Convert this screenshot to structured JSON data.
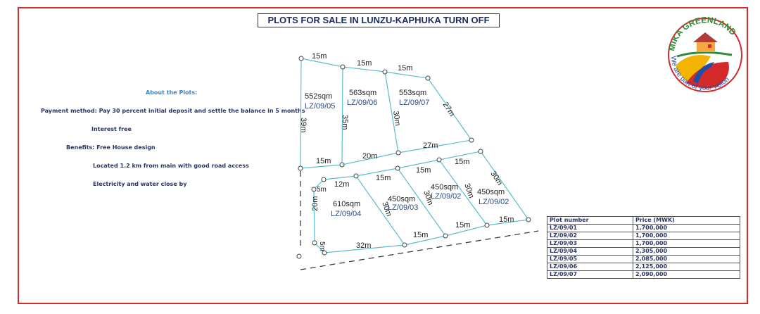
{
  "title": "PLOTS FOR SALE IN LUNZU-KAPHUKA TURN OFF",
  "about": {
    "heading": "About the Plots:",
    "payment_label": "Payment method:",
    "payment_text": "Pay 30 percent initial deposit and settle the balance in 5 months",
    "interest": "Interest free",
    "benefits_label": "Benefits:",
    "benefit_1": "Free House design",
    "benefit_2": "Located 1.2 km from main with good road access",
    "benefit_3": "Electricity and water close by"
  },
  "logo": {
    "brand": "MIKA GREENLAND",
    "tagline": "We are part of your vision",
    "colors": {
      "green": "#2e8b3a",
      "red": "#d42a2a",
      "yellow": "#f2b400",
      "blue": "#1f4fa8"
    }
  },
  "plan": {
    "line_color": "#5bbcd0",
    "plots": [
      {
        "id": "LZ/09/05",
        "area": "552sqm"
      },
      {
        "id": "LZ/09/06",
        "area": "563sqm"
      },
      {
        "id": "LZ/09/07",
        "area": "553sqm"
      },
      {
        "id": "LZ/09/04",
        "area": "610sqm"
      },
      {
        "id": "LZ/09/03",
        "area": "450sqm"
      },
      {
        "id": "LZ/09/02",
        "area": "450sqm"
      },
      {
        "id": "LZ/09/02",
        "area": "450sqm"
      }
    ],
    "dims": {
      "top1": "15m",
      "top2": "15m",
      "top3": "15m",
      "left5": "39m",
      "mid56": "35m",
      "mid67": "30m",
      "right7": "27m",
      "bot5": "15m",
      "bot6": "20m",
      "bot7": "27m",
      "row2_top_a": "12m",
      "row2_top_b": "15m",
      "row2_top_c": "15m",
      "row2_top_d": "15m",
      "corner_tl": "5m",
      "left4": "20m",
      "corner_bl": "5m",
      "div43": "30m",
      "div32": "30m",
      "div21": "30m",
      "right1": "30m",
      "bot4": "32m",
      "bot3": "15m",
      "bot2": "15m",
      "bot1": "15m"
    }
  },
  "price_table": {
    "headers": [
      "Plot number",
      "Price (MWK)"
    ],
    "rows": [
      [
        "LZ/09/01",
        "1,700,000"
      ],
      [
        "LZ/09/02",
        "1,700,000"
      ],
      [
        "LZ/09/03",
        "1,700,000"
      ],
      [
        "LZ/09/04",
        "2,305,000"
      ],
      [
        "LZ/09/05",
        "2,085,000"
      ],
      [
        "LZ/09/06",
        "2,125,000"
      ],
      [
        "LZ/09/07",
        "2,090,000"
      ]
    ]
  }
}
